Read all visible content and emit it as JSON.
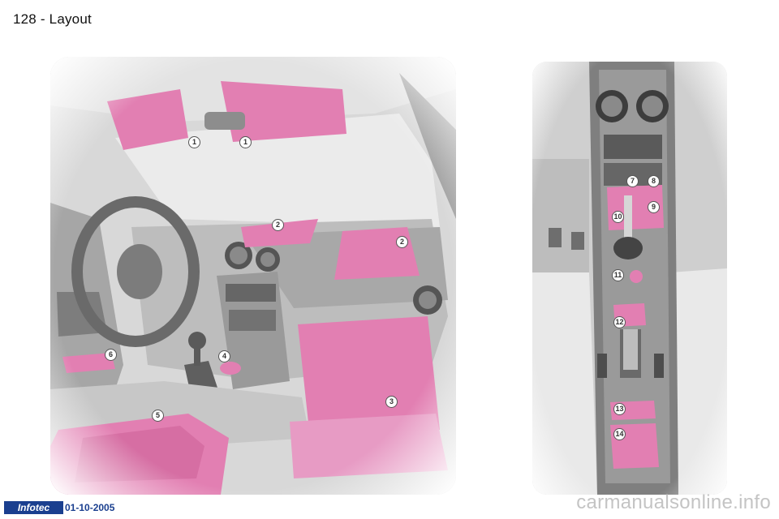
{
  "header": {
    "title": "128 - Layout"
  },
  "colors": {
    "highlight": "#e27fb2",
    "interior": "#b9b9b9",
    "footer_blue": "#1a3f8f"
  },
  "left_figure": {
    "callouts": [
      {
        "id": "1a",
        "label": "1"
      },
      {
        "id": "1b",
        "label": "1"
      },
      {
        "id": "2a",
        "label": "2"
      },
      {
        "id": "2b",
        "label": "2"
      },
      {
        "id": "3",
        "label": "3"
      },
      {
        "id": "4",
        "label": "4"
      },
      {
        "id": "5",
        "label": "5"
      },
      {
        "id": "6",
        "label": "6"
      }
    ]
  },
  "right_figure": {
    "callouts": [
      {
        "id": "7",
        "label": "7"
      },
      {
        "id": "8",
        "label": "8"
      },
      {
        "id": "9",
        "label": "9"
      },
      {
        "id": "10",
        "label": "10"
      },
      {
        "id": "11",
        "label": "11"
      },
      {
        "id": "12",
        "label": "12"
      },
      {
        "id": "13",
        "label": "13"
      },
      {
        "id": "14",
        "label": "14"
      }
    ]
  },
  "footer": {
    "badge": "Infotec",
    "date": "01-10-2005",
    "watermark": "carmanualsonline.info"
  }
}
